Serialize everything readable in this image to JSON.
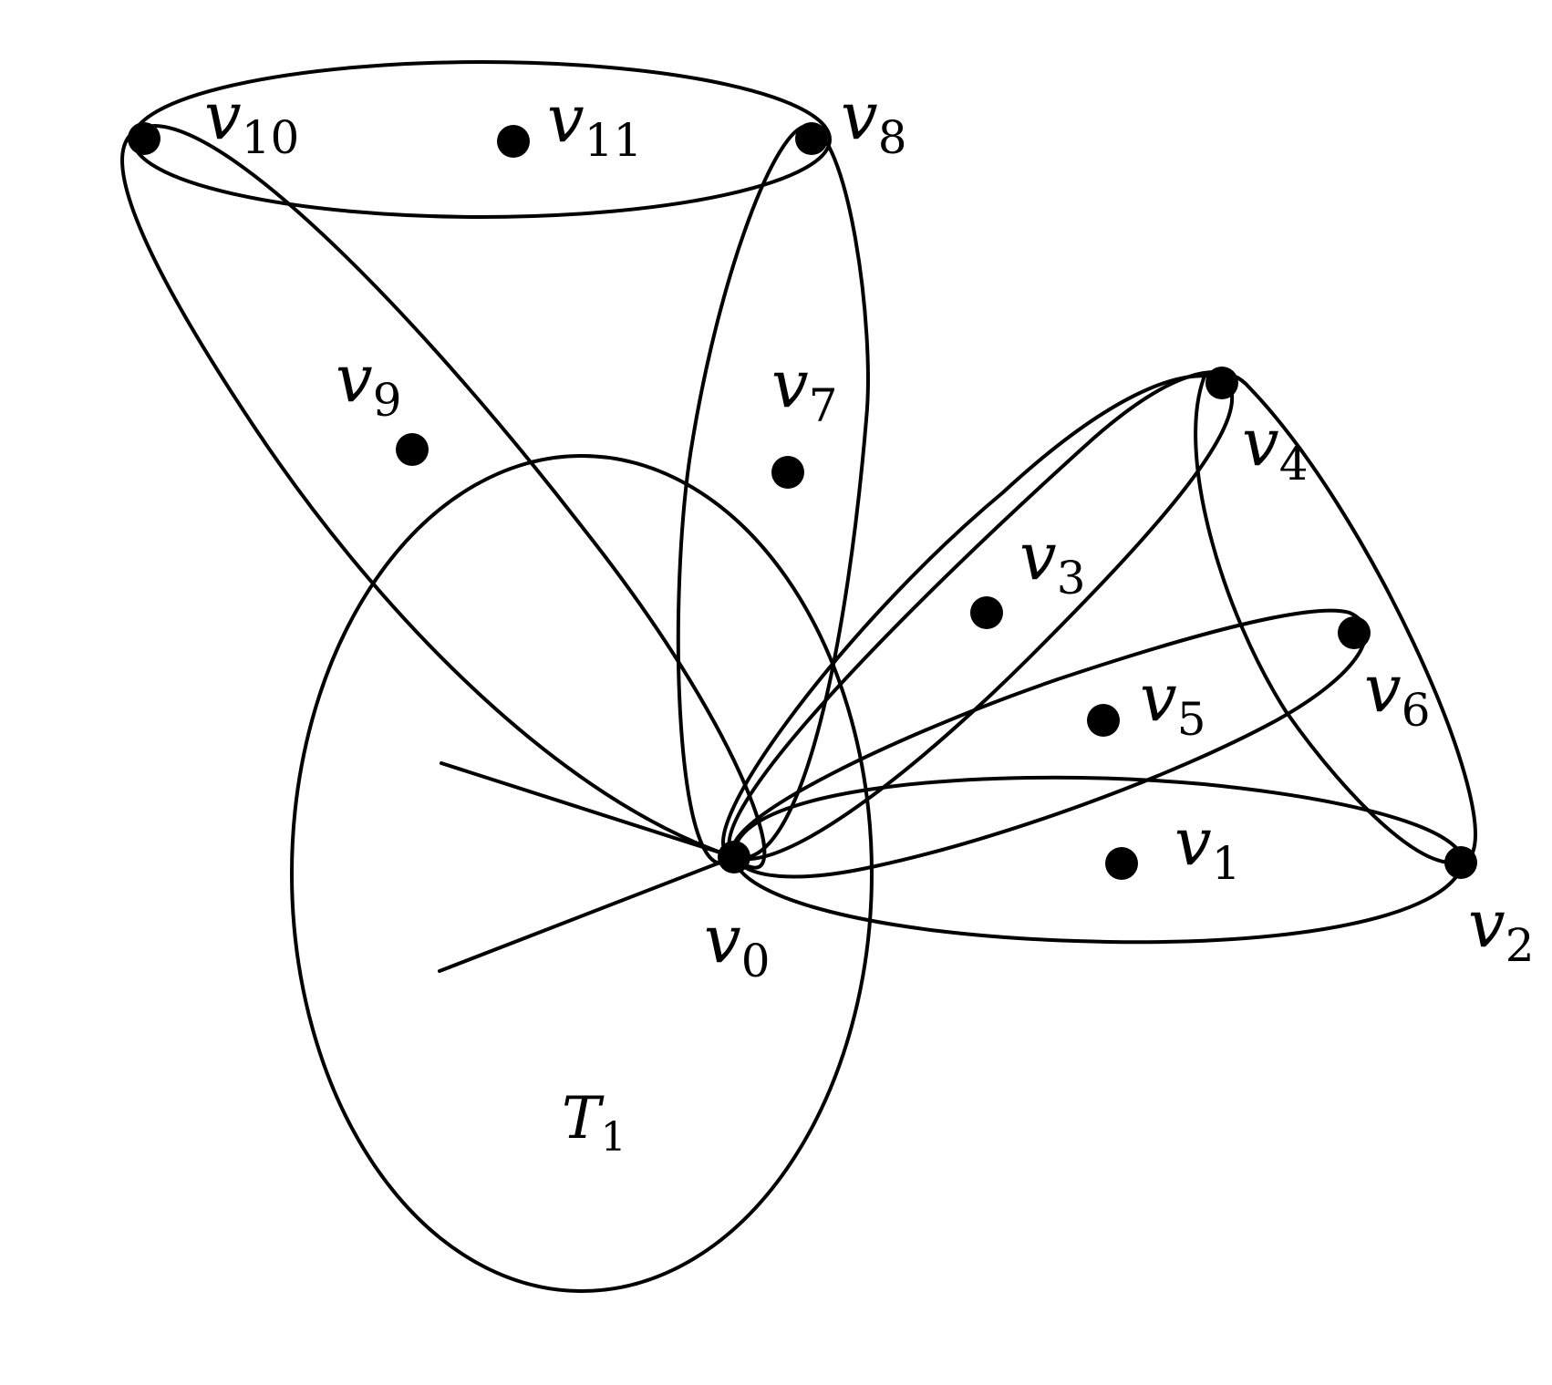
{
  "diagram": {
    "vertices": [
      {
        "id": "v0",
        "letter": "v",
        "sub": "0"
      },
      {
        "id": "v1",
        "letter": "v",
        "sub": "1"
      },
      {
        "id": "v2",
        "letter": "v",
        "sub": "2"
      },
      {
        "id": "v3",
        "letter": "v",
        "sub": "3"
      },
      {
        "id": "v4",
        "letter": "v",
        "sub": "4"
      },
      {
        "id": "v5",
        "letter": "v",
        "sub": "5"
      },
      {
        "id": "v6",
        "letter": "v",
        "sub": "6"
      },
      {
        "id": "v7",
        "letter": "v",
        "sub": "7"
      },
      {
        "id": "v8",
        "letter": "v",
        "sub": "8"
      },
      {
        "id": "v9",
        "letter": "v",
        "sub": "9"
      },
      {
        "id": "v10",
        "letter": "v",
        "sub": "10"
      },
      {
        "id": "v11",
        "letter": "v",
        "sub": "11"
      }
    ],
    "region_label": {
      "letter": "T",
      "sub": "1"
    },
    "line_color": "#000000"
  }
}
